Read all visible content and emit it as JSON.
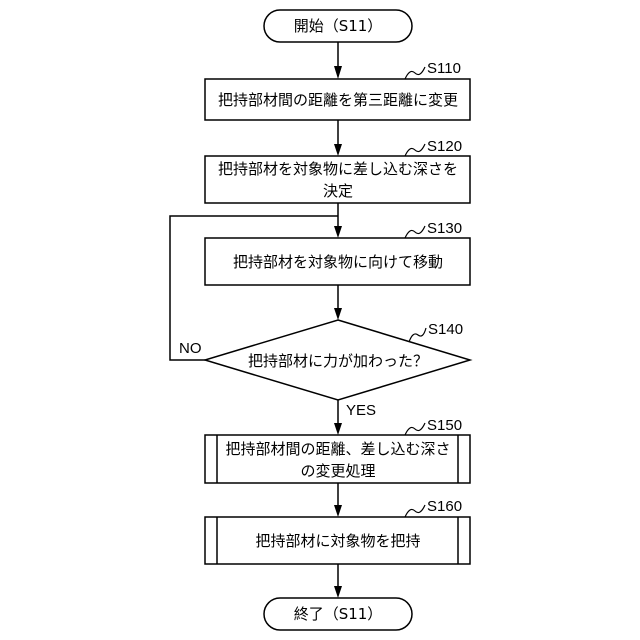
{
  "flowchart": {
    "start": {
      "label": "開始（S11）"
    },
    "steps": [
      {
        "id": "S110",
        "lines": [
          "把持部材間の距離を第三距離に変更"
        ]
      },
      {
        "id": "S120",
        "lines": [
          "把持部材を対象物に差し込む深さを",
          "決定"
        ]
      },
      {
        "id": "S130",
        "lines": [
          "把持部材を対象物に向けて移動"
        ]
      },
      {
        "id": "S140",
        "lines": [
          "把持部材に力が加わった？"
        ],
        "branches": {
          "yes": "YES",
          "no": "NO"
        }
      },
      {
        "id": "S150",
        "lines": [
          "把持部材間の距離、差し込む深さ",
          "の変更処理"
        ]
      },
      {
        "id": "S160",
        "lines": [
          "把持部材に対象物を把持"
        ]
      }
    ],
    "end": {
      "label": "終了（S11）"
    }
  }
}
